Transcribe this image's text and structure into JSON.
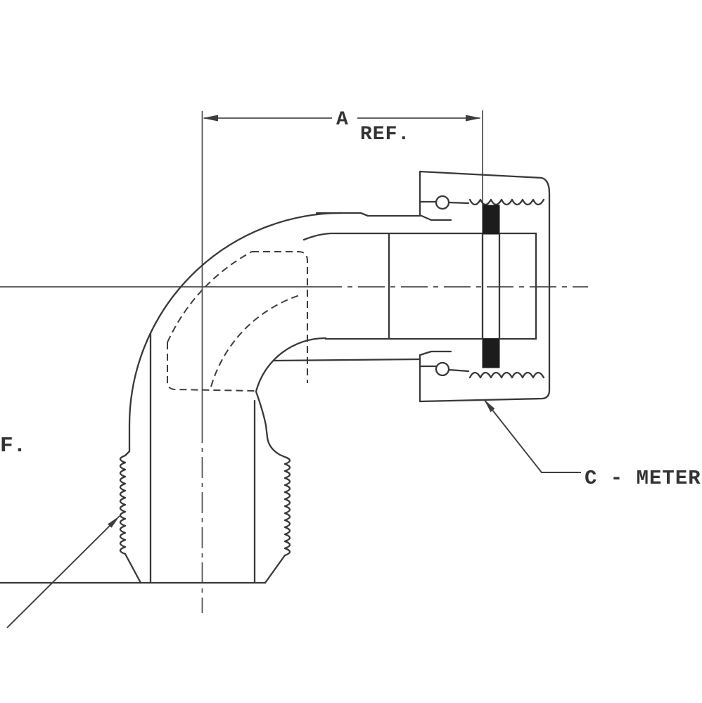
{
  "drawing": {
    "dimension_a": {
      "label": "A",
      "qualifier": "REF."
    },
    "left_dimension_partial": "F.",
    "meter_callout": "C - METER"
  },
  "colors": {
    "background": "#ffffff",
    "object_line": "#383838",
    "center_line": "#4c4c4c",
    "gasket_fill": "#1c1c1c",
    "text": "#333333"
  }
}
